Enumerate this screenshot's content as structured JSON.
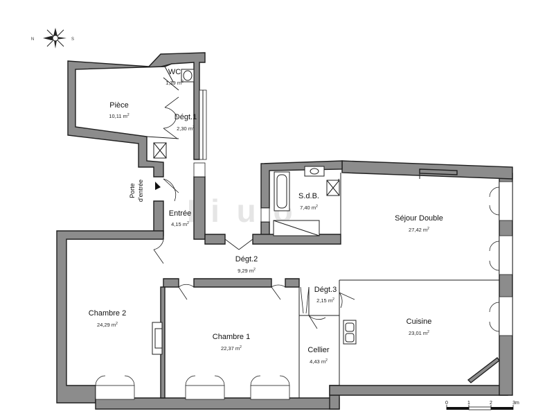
{
  "compass": {
    "north": "N",
    "south": "S"
  },
  "watermark": "Fi ulo",
  "entrance_label": [
    "Porte",
    "d'entrée"
  ],
  "area_unit": "m",
  "area_exp": "2",
  "rooms": {
    "wc": {
      "name": "WC",
      "area": "1,39"
    },
    "piece": {
      "name": "Pièce",
      "area": "10,11"
    },
    "degt1": {
      "name": "Dégt.1",
      "area": "2,30"
    },
    "entree": {
      "name": "Entrée",
      "area": "4,15"
    },
    "sdb": {
      "name": "S.d.B.",
      "area": "7,40"
    },
    "sejour": {
      "name": "Séjour Double",
      "area": "27,42"
    },
    "degt2": {
      "name": "Dégt.2",
      "area": "9,29"
    },
    "chambre2": {
      "name": "Chambre 2",
      "area": "24,29"
    },
    "chambre1": {
      "name": "Chambre 1",
      "area": "22,37"
    },
    "degt3": {
      "name": "Dégt.3",
      "area": "2,15"
    },
    "cellier": {
      "name": "Cellier",
      "area": "4,43"
    },
    "cuisine": {
      "name": "Cuisine",
      "area": "23,01"
    }
  },
  "scale": {
    "ticks": [
      "0",
      "1",
      "2",
      "3m"
    ]
  }
}
